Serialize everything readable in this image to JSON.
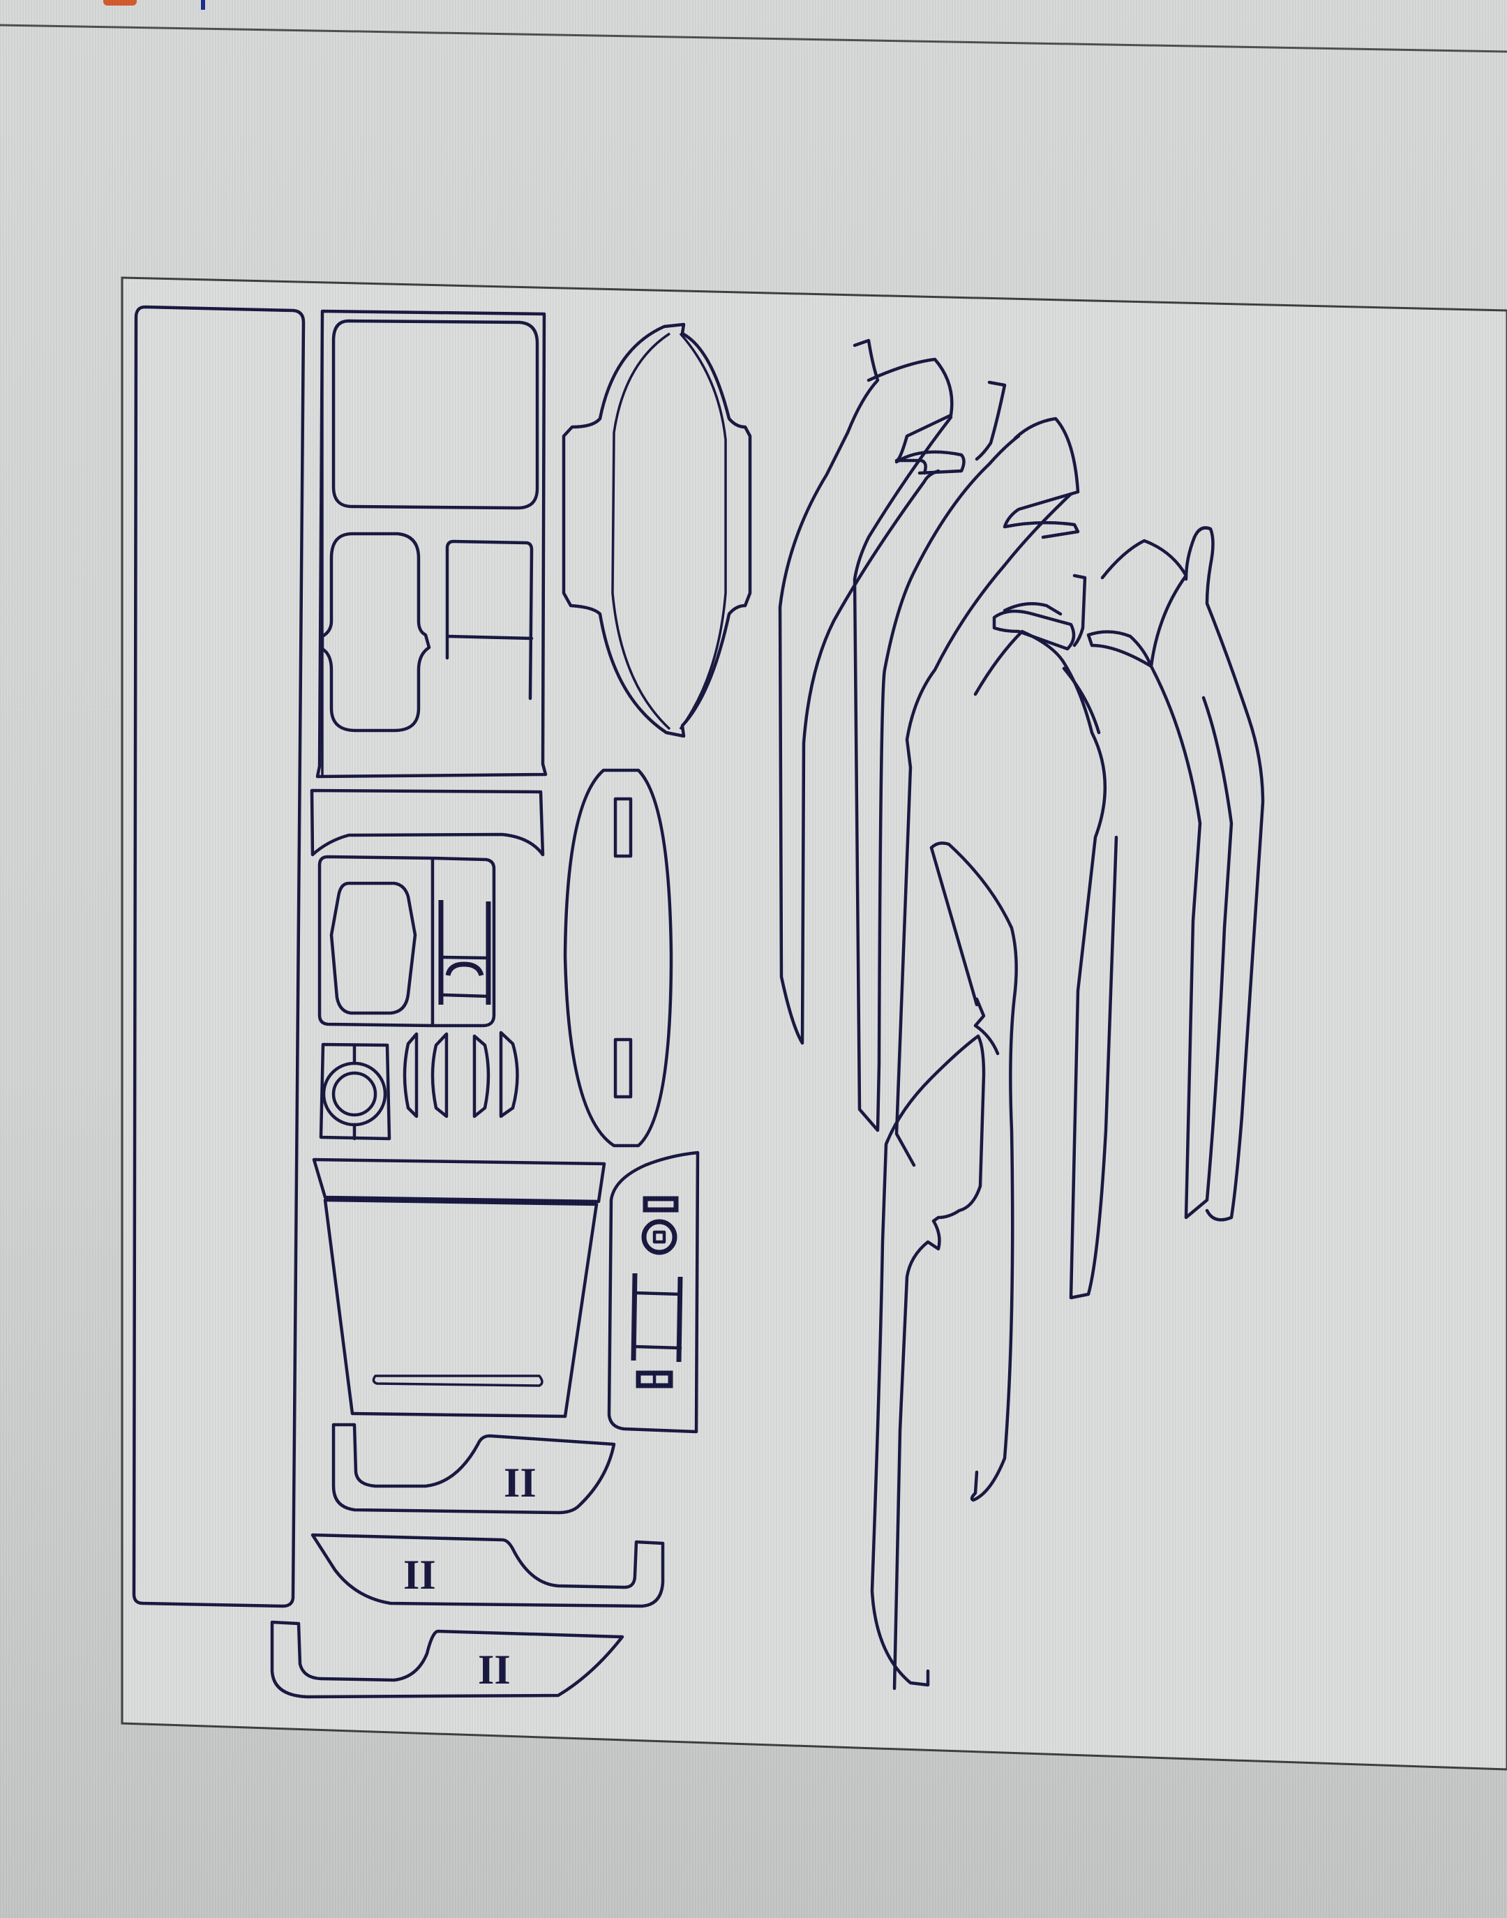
{
  "window": {
    "toolbar": {
      "app_icon": "orange-app-icon",
      "cursor_marker": "text-cursor"
    },
    "colors": {
      "background": "#d3d5d5",
      "canvas": "#dcdede",
      "ink": "#16163e",
      "app_icon": "#d25a2c",
      "cursor": "#1a2a8a"
    }
  },
  "drawing": {
    "type": "vector-cut-template",
    "subject": "car interior trim panels",
    "pieces": {
      "left_strip": "tall-rectangular-strip",
      "console": {
        "top_panel": "rounded-square-panel",
        "cup_holder": "double-cup-holder-cutout",
        "side_bracket": "small-rectangular-bracket"
      },
      "center_oval": "oval-bezel-with-tabs",
      "gear_surround": "gear-shift-surround",
      "knob": "round-knob-plate",
      "vents": [
        "vent-slot-1",
        "vent-slot-2",
        "vent-slot-3",
        "vent-slot-4"
      ],
      "oval_plate": "oval-plate-with-two-slots",
      "trapezoid_panel": "trapezoid-panel-with-slot",
      "window_switch_panel": "window-switch-panel",
      "door_handles": [
        {
          "label": "II"
        },
        {
          "label": "II"
        },
        {
          "label": "II"
        }
      ],
      "door_trims": [
        "door-trim-1",
        "door-trim-2",
        "door-trim-3",
        "door-trim-4",
        "door-trim-5",
        "door-trim-6"
      ]
    }
  }
}
